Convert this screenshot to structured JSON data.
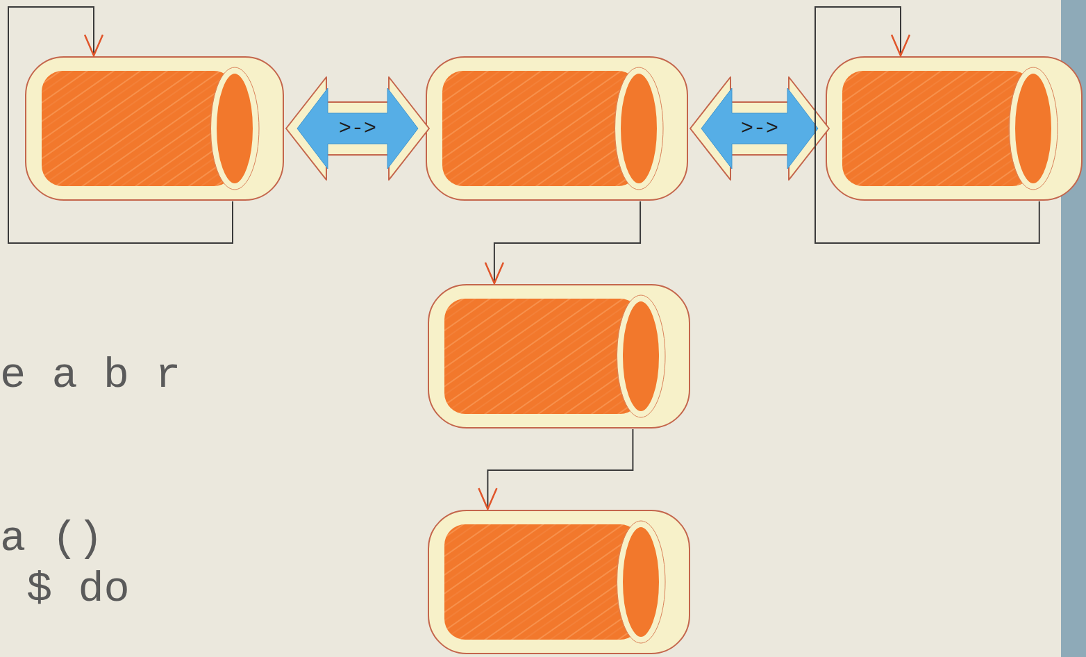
{
  "diagram": {
    "nodes": [
      {
        "text": []
      },
      {
        "text": []
      },
      {
        "text": []
      },
      {
        "text": []
      },
      {
        "text": []
      }
    ],
    "edges": [
      {
        "from": 0,
        "to": 0,
        "arrow": "to"
      },
      {
        "from": 0,
        "to": 1,
        "label": ">->",
        "arrow": "both"
      },
      {
        "from": 1,
        "to": 2,
        "label": ">->",
        "arrow": "both"
      },
      {
        "from": 2,
        "to": 2,
        "arrow": "to"
      },
      {
        "from": 1,
        "to": 3,
        "arrow": "to"
      },
      {
        "from": 3,
        "to": 4,
        "arrow": "to"
      }
    ],
    "labels": [
      "e a b r",
      "a ()",
      "$ do"
    ]
  }
}
